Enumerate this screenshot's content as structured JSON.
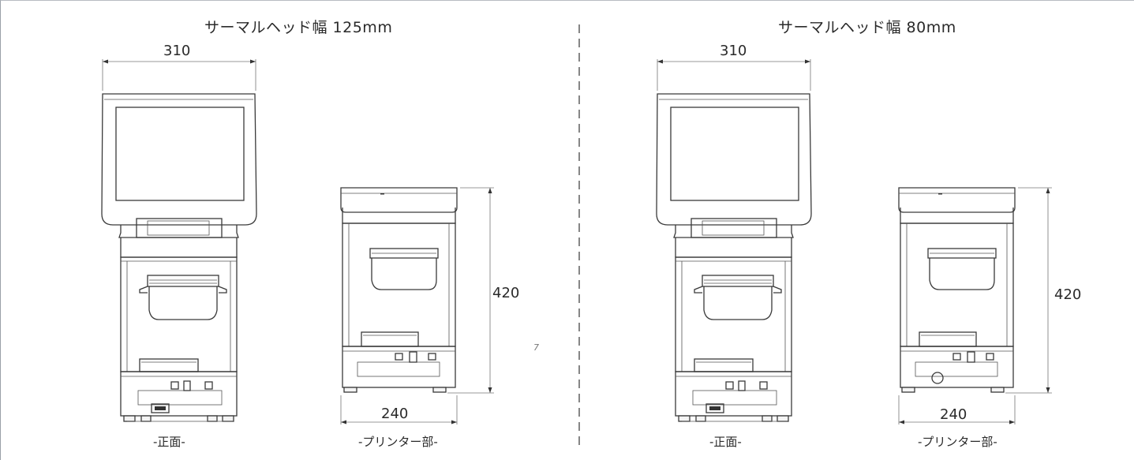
{
  "left_panel": {
    "heading": "サーマルヘッド幅 125mm",
    "front_width": "310",
    "printer_height": "420",
    "printer_width": "240",
    "front_caption": "-正面-",
    "printer_caption": "-プリンター部-"
  },
  "right_panel": {
    "heading": "サーマルヘッド幅 80mm",
    "front_width": "310",
    "printer_height": "420",
    "printer_width": "240",
    "front_caption": "-正面-",
    "printer_caption": "-プリンター部-"
  },
  "stray_mark": "7"
}
